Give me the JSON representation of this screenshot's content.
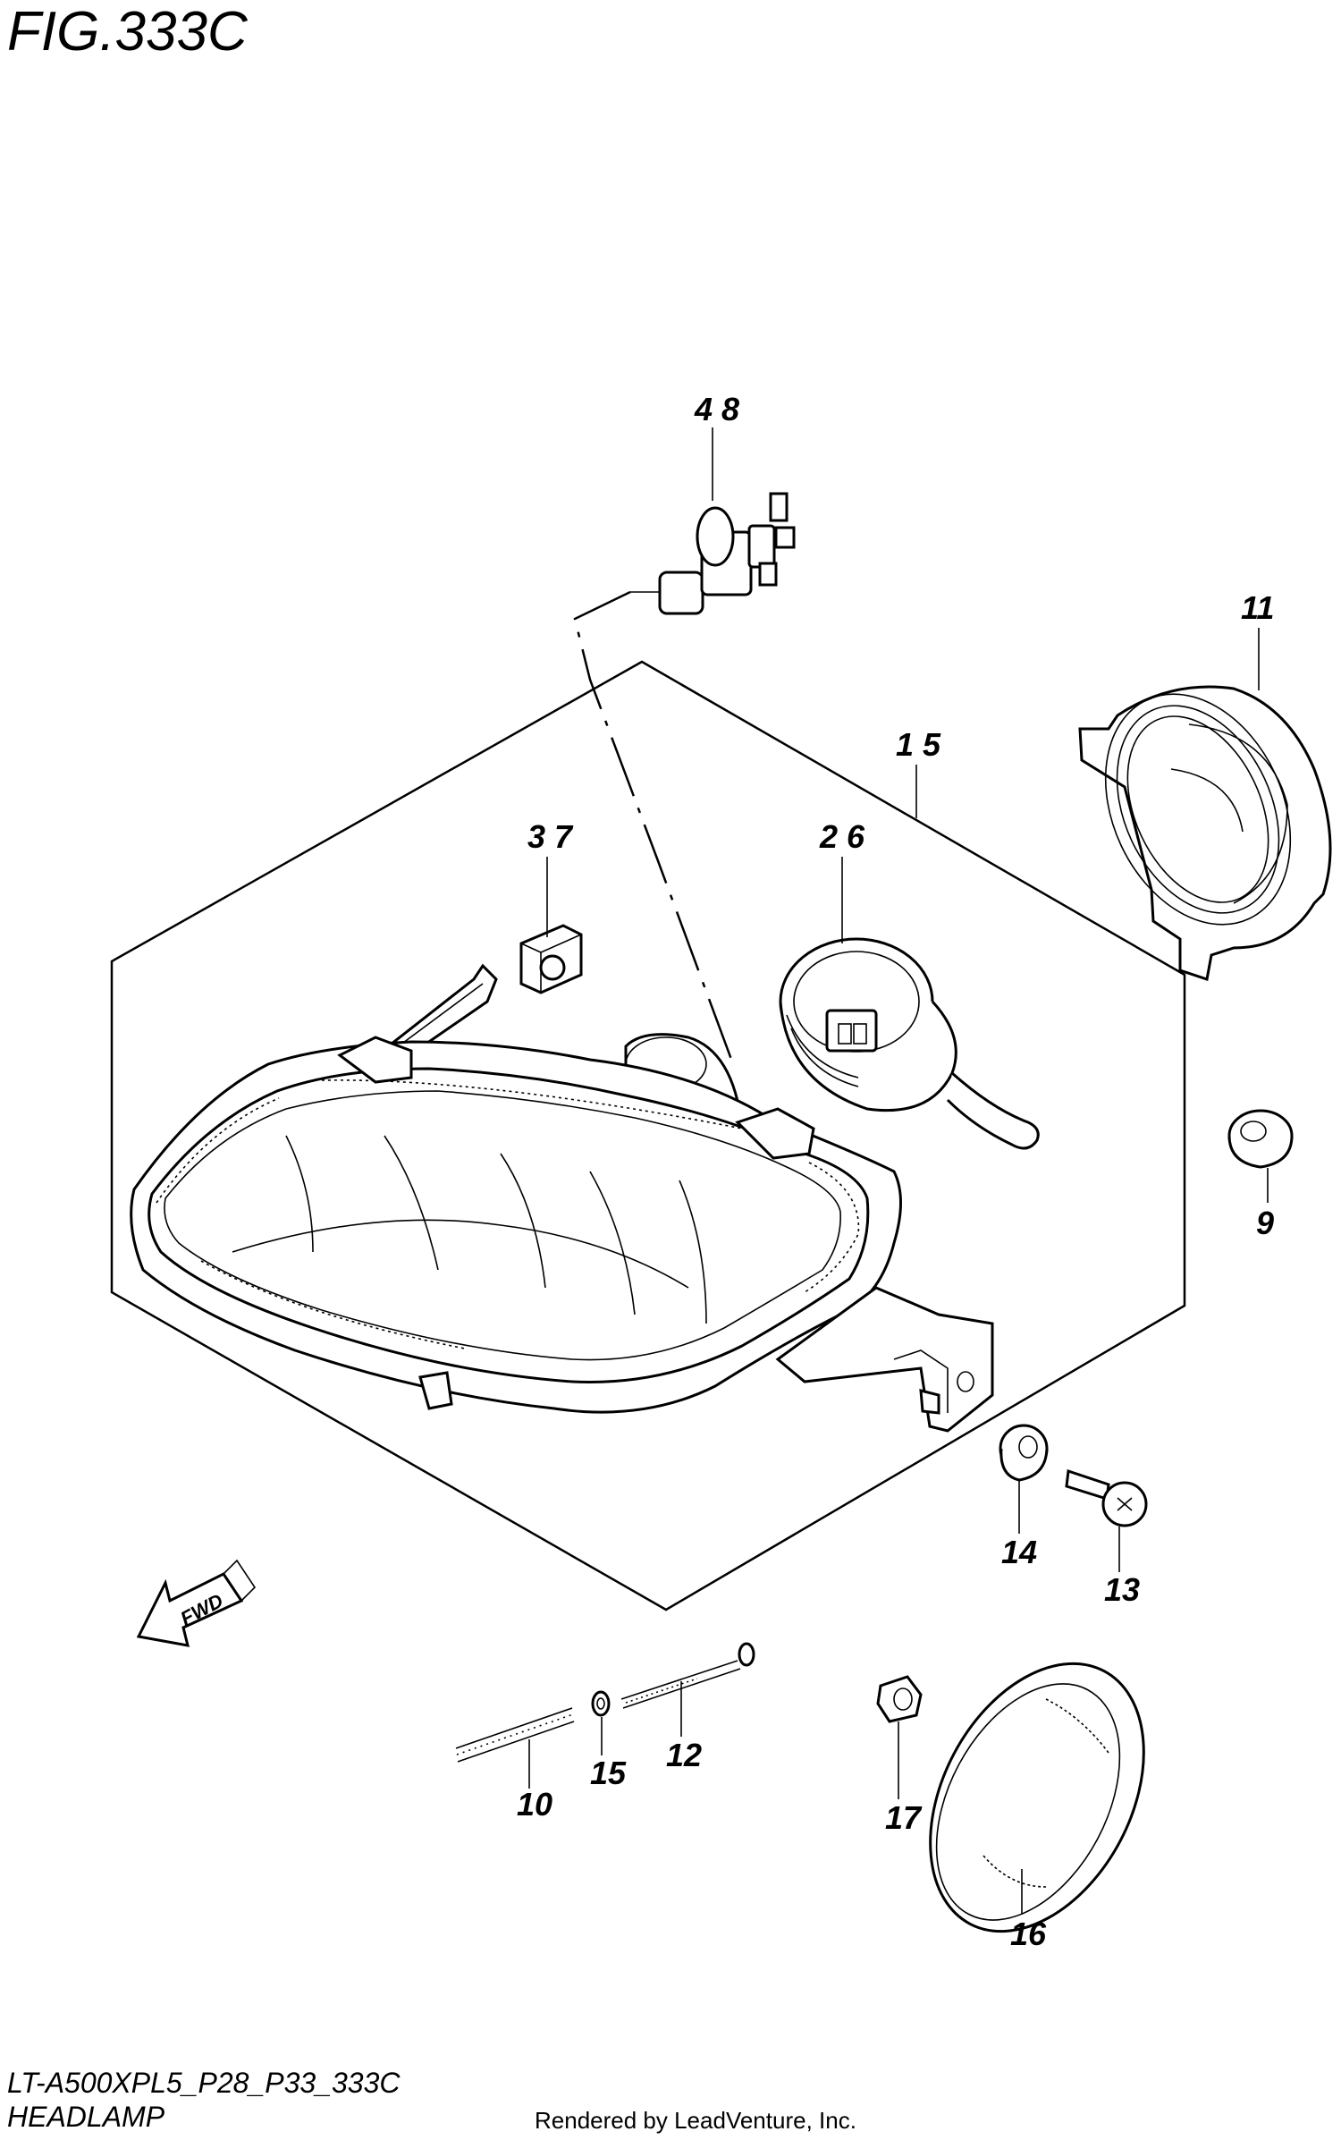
{
  "figure": {
    "title": "FIG.333C",
    "model_code": "LT-A500XPL5_P28_P33_333C",
    "section_name": "HEADLAMP",
    "rendered_by": "Rendered by LeadVenture, Inc.",
    "fwd_label": "FWD"
  },
  "callouts": [
    {
      "id": "c48",
      "text": "4 8"
    },
    {
      "id": "c11",
      "text": "11"
    },
    {
      "id": "c15a",
      "text": "1 5"
    },
    {
      "id": "c37",
      "text": "3 7"
    },
    {
      "id": "c26",
      "text": "2 6"
    },
    {
      "id": "c9",
      "text": "9"
    },
    {
      "id": "c14",
      "text": "14"
    },
    {
      "id": "c13",
      "text": "13"
    },
    {
      "id": "c10",
      "text": "10"
    },
    {
      "id": "c15",
      "text": "15"
    },
    {
      "id": "c12",
      "text": "12"
    },
    {
      "id": "c17",
      "text": "17"
    },
    {
      "id": "c16",
      "text": "16"
    }
  ]
}
